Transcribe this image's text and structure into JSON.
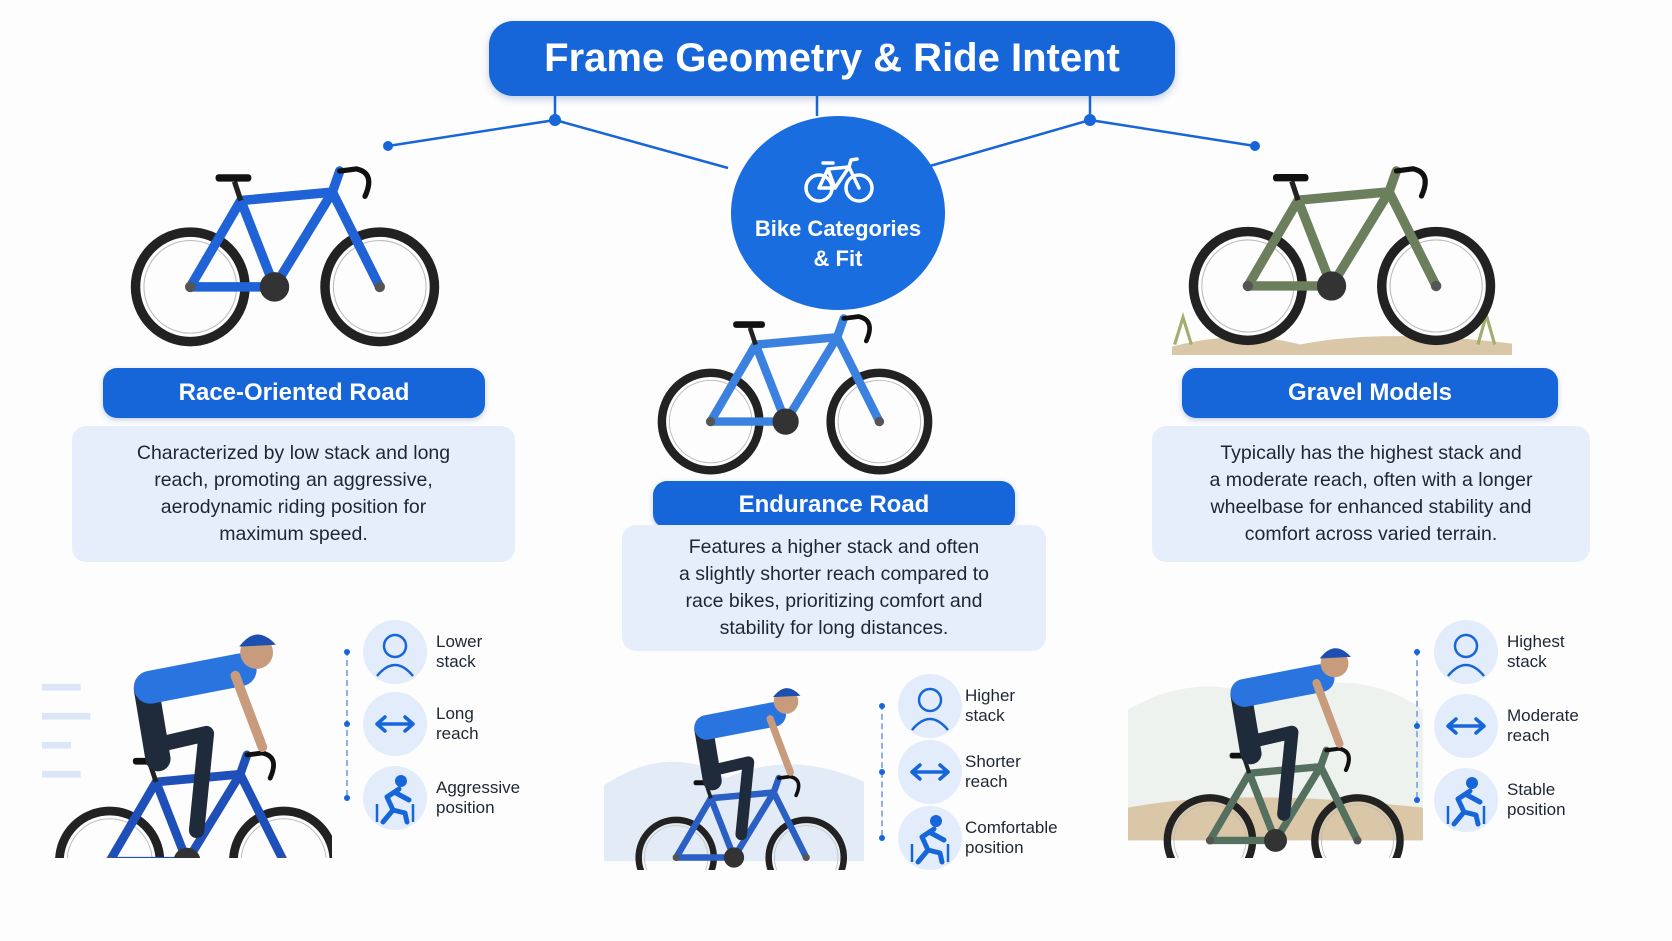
{
  "title": "Frame Geometry & Ride Intent",
  "hub": {
    "label": "Bike Categories\n& Fit",
    "icon": "bicycle-icon"
  },
  "colors": {
    "accent": "#1766d9",
    "panel": "#e6eefb",
    "race_bike": "#1f63d6",
    "endurance_bike": "#3b82e0",
    "gravel_bike": "#6b7f5c"
  },
  "categories": [
    {
      "name": "Race-Oriented Road",
      "description": "Characterized by low stack and long\nreach, promoting an aggressive,\naerodynamic riding position for\nmaximum speed.",
      "features": [
        {
          "label": "Lower\nstack",
          "icon": "rider-head-icon"
        },
        {
          "label": "Long\nreach",
          "icon": "double-arrow-icon"
        },
        {
          "label": "Aggressive\nposition",
          "icon": "rider-posture-icon"
        }
      ]
    },
    {
      "name": "Endurance Road",
      "description": "Features a higher stack and often\na slightly shorter reach compared to\nrace bikes, prioritizing comfort and\nstability for long distances.",
      "features": [
        {
          "label": "Higher\nstack",
          "icon": "rider-head-icon"
        },
        {
          "label": "Shorter\nreach",
          "icon": "double-arrow-icon"
        },
        {
          "label": "Comfortable\nposition",
          "icon": "rider-posture-icon"
        }
      ]
    },
    {
      "name": "Gravel Models",
      "description": "Typically has the highest stack and\na moderate reach, often with a longer\nwheelbase for enhanced stability and\ncomfort across varied terrain.",
      "features": [
        {
          "label": "Highest\nstack",
          "icon": "rider-head-icon"
        },
        {
          "label": "Moderate\nreach",
          "icon": "double-arrow-icon"
        },
        {
          "label": "Stable\nposition",
          "icon": "rider-posture-icon"
        }
      ]
    }
  ]
}
